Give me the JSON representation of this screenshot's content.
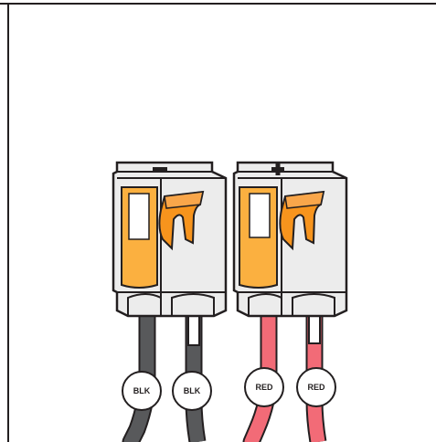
{
  "figure": {
    "connectors": [
      {
        "id": "negative",
        "polarity_symbol": "minus",
        "wires": [
          {
            "label": "BLK",
            "color": "#58595b"
          },
          {
            "label": "BLK",
            "color": "#58595b"
          }
        ]
      },
      {
        "id": "positive",
        "polarity_symbol": "plus",
        "wires": [
          {
            "label": "RED",
            "color": "#f26b77"
          },
          {
            "label": "RED",
            "color": "#f26b77"
          }
        ]
      }
    ],
    "colors": {
      "housing": "#ececec",
      "outline": "#231f20",
      "clamp_yellow": "#fbb040",
      "lever_orange": "#f7941d",
      "wire_tip": "#ffffff"
    }
  }
}
